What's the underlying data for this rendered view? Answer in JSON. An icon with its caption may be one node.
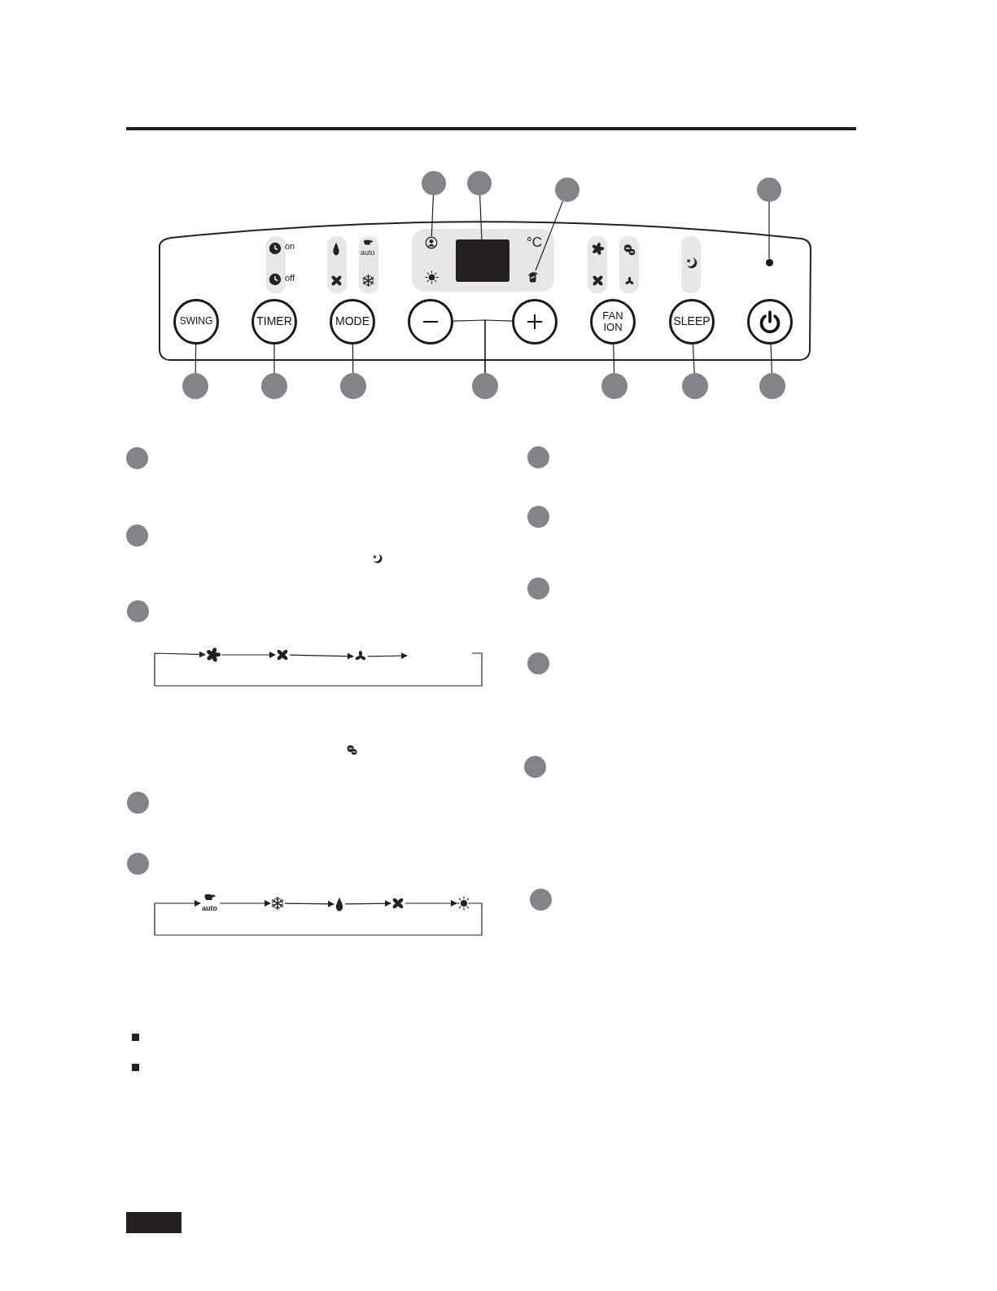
{
  "diagram": {
    "nodes": [
      {
        "text": [],
        "shape": "circle"
      },
      {
        "text": [],
        "shape": "circle"
      },
      {
        "text": [],
        "shape": "circle"
      },
      {
        "text": [],
        "shape": "circle"
      },
      {
        "text": [],
        "shape": "icon"
      },
      {
        "text": [],
        "shape": "box"
      },
      {
        "text": [],
        "shape": "icon"
      },
      {
        "text": [],
        "shape": "circle"
      },
      {
        "text": [
          "SWING"
        ]
      },
      {
        "text": [
          "TIMER"
        ]
      },
      {
        "text": [
          "MODE"
        ]
      },
      {
        "text": [],
        "shape": "circle"
      },
      {
        "text": [],
        "shape": "circle"
      },
      {
        "text": [
          "FAN ION"
        ]
      },
      {
        "text": [
          "SLEEP"
        ]
      },
      {
        "text": [],
        "shape": "circle"
      },
      {
        "text": [],
        "shape": "circle"
      },
      {
        "text": [],
        "shape": "circle"
      },
      {
        "text": [],
        "shape": "circle"
      },
      {
        "text": [],
        "shape": "circle"
      },
      {
        "text": [],
        "shape": "circle"
      },
      {
        "text": [],
        "shape": "circle"
      },
      {
        "text": [],
        "shape": "circle"
      },
      {
        "text": [],
        "shape": "circle"
      },
      {
        "text": [],
        "shape": "circle"
      },
      {
        "text": [],
        "shape": "circle"
      },
      {
        "text": [],
        "shape": "circle"
      },
      {
        "text": [],
        "shape": "circle"
      },
      {
        "text": [],
        "shape": "circle"
      },
      {
        "text": [],
        "shape": "circle"
      },
      {
        "text": [],
        "shape": "circle"
      },
      {
        "text": [],
        "shape": "circle"
      },
      {
        "text": [],
        "shape": "circle"
      },
      {
        "text": [],
        "shape": "circle"
      },
      {
        "text": [],
        "shape": "icon"
      },
      {
        "text": [],
        "shape": "icon"
      },
      {
        "text": [],
        "shape": "icon"
      },
      {
        "text": [
          "auto"
        ]
      },
      {
        "text": [],
        "shape": "icon"
      },
      {
        "text": [],
        "shape": "icon"
      },
      {
        "text": [],
        "shape": "icon"
      },
      {
        "text": [],
        "shape": "icon"
      }
    ],
    "edges": [
      {
        "from": 0,
        "to": 4,
        "arrow": "none"
      },
      {
        "from": 1,
        "to": 5,
        "arrow": "none"
      },
      {
        "from": 2,
        "to": 6,
        "arrow": "none"
      },
      {
        "from": 3,
        "to": 7,
        "arrow": "none"
      },
      {
        "from": 16,
        "to": 8,
        "arrow": "none"
      },
      {
        "from": 17,
        "to": 9,
        "arrow": "none"
      },
      {
        "from": 18,
        "to": 10,
        "arrow": "none"
      },
      {
        "from": 19,
        "to": 11,
        "arrow": "none"
      },
      {
        "from": 19,
        "to": 12,
        "arrow": "none"
      },
      {
        "from": 20,
        "to": 13,
        "arrow": "none"
      },
      {
        "from": 21,
        "to": 14,
        "arrow": "none"
      },
      {
        "from": 22,
        "to": 15,
        "arrow": "none"
      },
      {
        "from": 34,
        "to": 35,
        "arrow": "to"
      },
      {
        "from": 35,
        "to": 36,
        "arrow": "to"
      },
      {
        "from": 36,
        "to": null,
        "arrow": "to"
      },
      {
        "from": null,
        "to": 34,
        "arrow": "to"
      },
      {
        "from": 37,
        "to": 38,
        "arrow": "to"
      },
      {
        "from": 38,
        "to": 39,
        "arrow": "to"
      },
      {
        "from": 39,
        "to": 40,
        "arrow": "to"
      },
      {
        "from": 40,
        "to": 41,
        "arrow": "to"
      },
      {
        "from": 41,
        "to": 37,
        "arrow": "to"
      }
    ],
    "labels": [
      "on",
      "off",
      "auto",
      "°C"
    ]
  }
}
